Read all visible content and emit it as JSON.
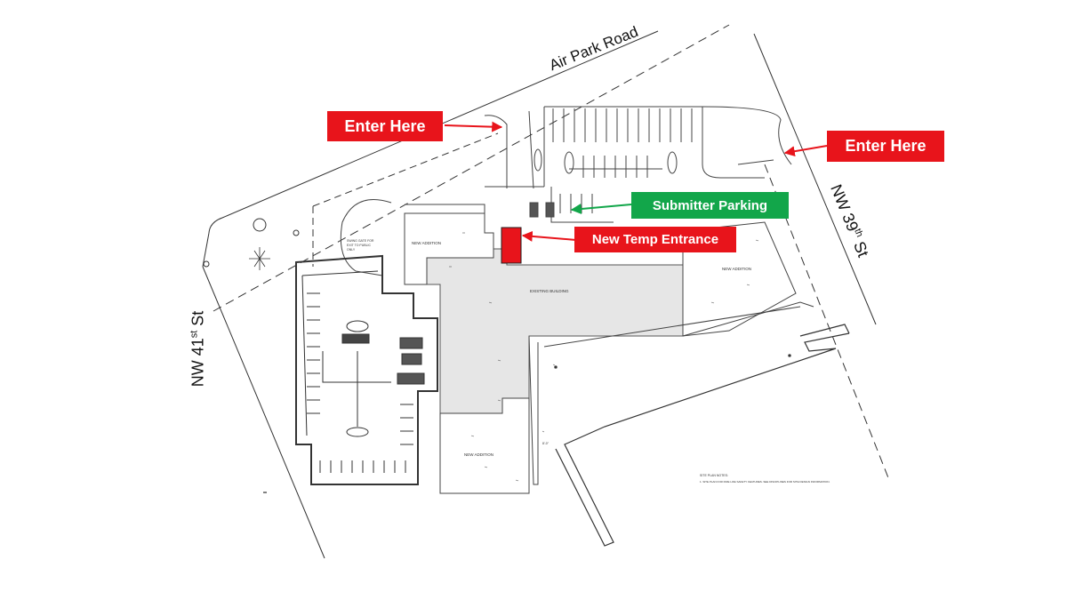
{
  "streets": {
    "air_park_road": "Air Park Road",
    "nw_41": {
      "base": "NW 41",
      "sup": "st",
      "tail": " St"
    },
    "nw_39": {
      "base": "NW 39",
      "sup": "th",
      "tail": " St"
    }
  },
  "callouts": {
    "enter_here_left": "Enter Here",
    "enter_here_right": "Enter Here",
    "submitter_parking": "Submitter Parking",
    "new_temp_entrance": "New Temp Entrance"
  },
  "plan_labels": {
    "existing_building": "EXISTING BUILDING",
    "new_addition_top": "NEW ADDITION",
    "new_addition_right": "NEW ADDITION",
    "new_addition_bottom": "NEW ADDITION",
    "swing_gate_note_1": "SWING GATE FOR",
    "swing_gate_note_2": "EXIT TO PUBLIC",
    "swing_gate_note_3": "ONLY",
    "site_plan_notes_title": "SITE PLAN NOTES:",
    "site_plan_note_1": "1.  SITE PLAN FOR FIRE LIFE SAFETY FEATURES.  SEE DISCIPLINES FOR SITE DESIGN INFORMATION.",
    "dimension": "8'-0\""
  },
  "colors": {
    "callout_red": "#e8141b",
    "callout_green": "#12a64a",
    "building_fill": "#e6e6e6",
    "line": "#333333"
  }
}
